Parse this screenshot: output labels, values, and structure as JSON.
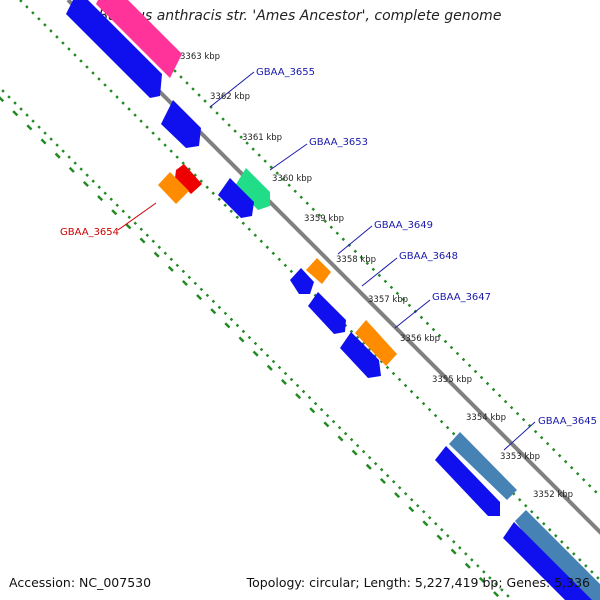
{
  "header": {
    "title": "Bacillus anthracis str. 'Ames Ancestor', complete genome"
  },
  "footer": {
    "accession": "Accession: NC_007530",
    "summary": "Topology: circular; Length: 5,227,419 bp; Genes: 5,336"
  },
  "colors": {
    "backbone": "#808080",
    "dotted_grid": "#228b22",
    "forward_label": "#1a1aaa",
    "reverse_label": "#cc0000",
    "blue_gene": "#1010ee",
    "orange_gene": "#ff8c00",
    "red_gene": "#ee0000",
    "pink_gene": "#ff3399",
    "green_gene": "#22dd88",
    "steel_gene": "#4682b4"
  },
  "ticks": [
    {
      "label": "3363 kbp"
    },
    {
      "label": "3362 kbp"
    },
    {
      "label": "3361 kbp"
    },
    {
      "label": "3360 kbp"
    },
    {
      "label": "3359 kbp"
    },
    {
      "label": "3358 kbp"
    },
    {
      "label": "3357 kbp"
    },
    {
      "label": "3356 kbp"
    },
    {
      "label": "3355 kbp"
    },
    {
      "label": "3354 kbp"
    },
    {
      "label": "3353 kbp"
    },
    {
      "label": "3352 kbp"
    }
  ],
  "gene_labels": [
    {
      "label": "GBAA_3655",
      "strand": "forward"
    },
    {
      "label": "GBAA_3653",
      "strand": "forward"
    },
    {
      "label": "GBAA_3649",
      "strand": "forward"
    },
    {
      "label": "GBAA_3648",
      "strand": "forward"
    },
    {
      "label": "GBAA_3647",
      "strand": "forward"
    },
    {
      "label": "GBAA_3645",
      "strand": "forward"
    },
    {
      "label": "GBAA_3654",
      "strand": "reverse"
    }
  ]
}
